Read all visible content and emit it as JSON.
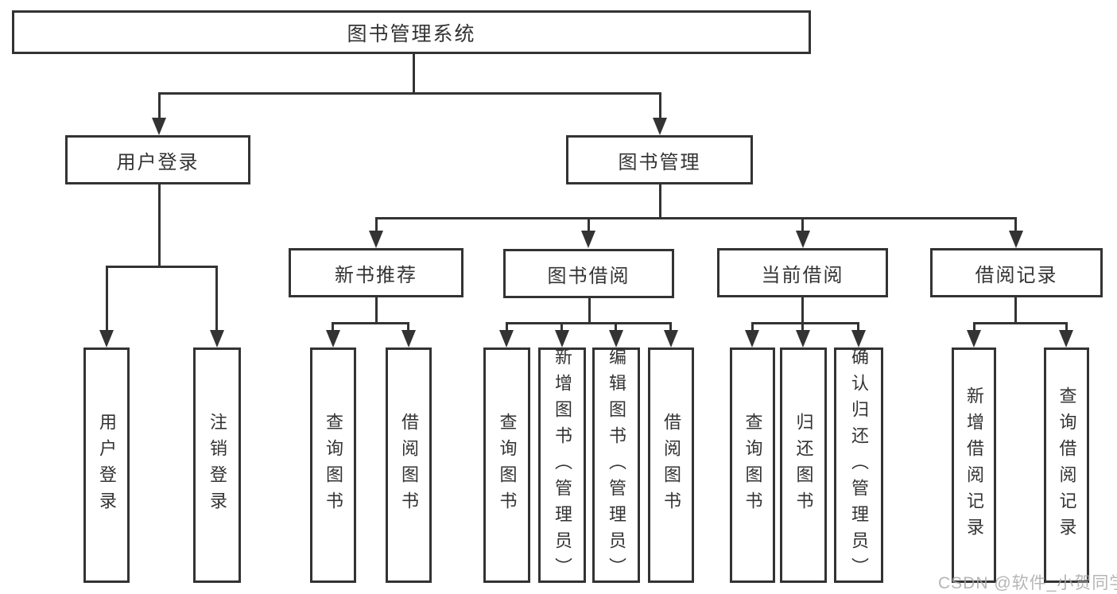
{
  "diagram": {
    "type": "hierarchy-tree",
    "line_color": "#333333",
    "background_color": "#ffffff",
    "watermark_color": "#a8a8a8",
    "root": {
      "label": "图书管理系统"
    },
    "branches": [
      {
        "label": "用户登录",
        "children": [
          {
            "label": "用户登录"
          },
          {
            "label": "注销登录"
          }
        ]
      },
      {
        "label": "图书管理",
        "children": [
          {
            "label": "新书推荐",
            "children": [
              {
                "label": "查询图书"
              },
              {
                "label": "借阅图书"
              }
            ]
          },
          {
            "label": "图书借阅",
            "children": [
              {
                "label": "查询图书"
              },
              {
                "label": "新增图书（管理员）"
              },
              {
                "label": "编辑图书（管理员）"
              },
              {
                "label": "借阅图书"
              }
            ]
          },
          {
            "label": "当前借阅",
            "children": [
              {
                "label": "查询图书"
              },
              {
                "label": "归还图书"
              },
              {
                "label": "确认归还（管理员）"
              }
            ]
          },
          {
            "label": "借阅记录",
            "children": [
              {
                "label": "新增借阅记录"
              },
              {
                "label": "查询借阅记录"
              }
            ]
          }
        ]
      }
    ],
    "watermark": "CSDN @软件_小贺同学"
  }
}
